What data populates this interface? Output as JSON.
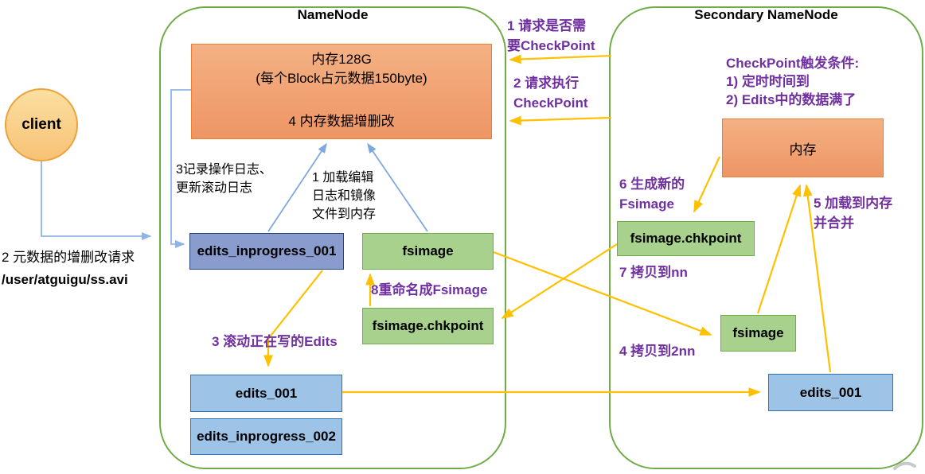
{
  "colors": {
    "purple_text": "#7030A0",
    "yellow_arrow": "#FFC000",
    "blue_arrow": "#9DC3E6",
    "steel_blue_arrow": "#7FA8DC",
    "green_border": "#70AD47",
    "green_fill": "#A9D18E",
    "orange_fill": "#F4B183",
    "orange_border": "#ED7D31",
    "blue_fill": "#9DC3E6",
    "blue_border": "#2E75B6",
    "dark_blue_fill": "#8A9CCE",
    "client_fill": "#F7C276"
  },
  "client": {
    "label": "client",
    "request_line1": "2 元数据的增删改请求",
    "request_line2": "/user/atguigu/ss.avi"
  },
  "namenode": {
    "title": "NameNode",
    "memory_box": {
      "line1": "内存128G",
      "line2": "(每个Block占元数据150byte)",
      "line3": "4 内存数据增删改"
    },
    "files": {
      "edits_inprogress_001": "edits_inprogress_001",
      "fsimage": "fsimage",
      "fsimage_chkpoint": "fsimage.chkpoint",
      "edits_001": "edits_001",
      "edits_inprogress_002": "edits_inprogress_002"
    },
    "labels": {
      "record_log_line1": "3记录操作日志、",
      "record_log_line2": "更新滚动日志",
      "load_line1": "1 加载编辑",
      "load_line2": "日志和镜像",
      "load_line3": "文件到内存",
      "roll_edits": "3 滚动正在写的Edits",
      "rename_fsimage": "8重命名成Fsimage"
    }
  },
  "secondary_namenode": {
    "title": "Secondary NameNode",
    "trigger": {
      "line1": "CheckPoint触发条件:",
      "line2": "1) 定时时间到",
      "line3": "2) Edits中的数据满了"
    },
    "memory_box": {
      "label": "内存"
    },
    "files": {
      "fsimage_chkpoint": "fsimage.chkpoint",
      "fsimage": "fsimage",
      "edits_001": "edits_001"
    },
    "labels": {
      "generate_line1": "6 生成新的",
      "generate_line2": "Fsimage",
      "copy_to_nn": "7 拷贝到nn",
      "copy_to_2nn": "4 拷贝到2nn",
      "load_merge_line1": "5 加载到内存",
      "load_merge_line2": "并合并"
    }
  },
  "interaction_labels": {
    "step1_line1": "1 请求是否需",
    "step1_line2": "要CheckPoint",
    "step2_line1": "2 请求执行",
    "step2_line2": "CheckPoint"
  }
}
